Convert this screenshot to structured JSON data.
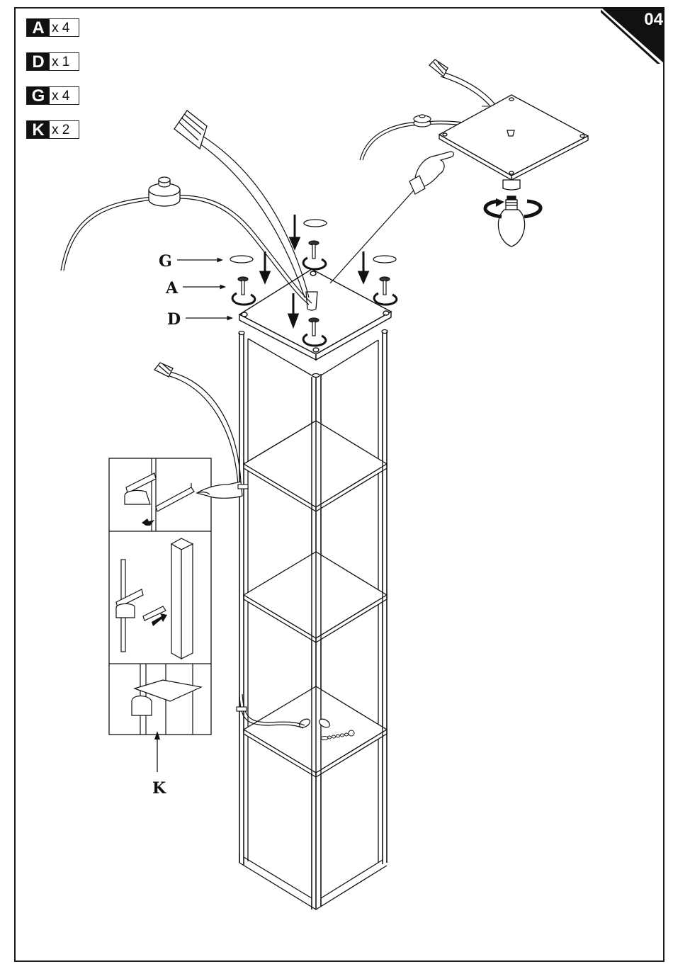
{
  "step": {
    "number": "04"
  },
  "parts": [
    {
      "letter": "A",
      "quantity": "x 4"
    },
    {
      "letter": "D",
      "quantity": "x 1"
    },
    {
      "letter": "G",
      "quantity": "x 4"
    },
    {
      "letter": "K",
      "quantity": "x 2"
    }
  ],
  "callouts": {
    "G": "G",
    "A": "A",
    "D": "D",
    "K": "K"
  },
  "colors": {
    "ink": "#111111",
    "paper": "#ffffff"
  }
}
